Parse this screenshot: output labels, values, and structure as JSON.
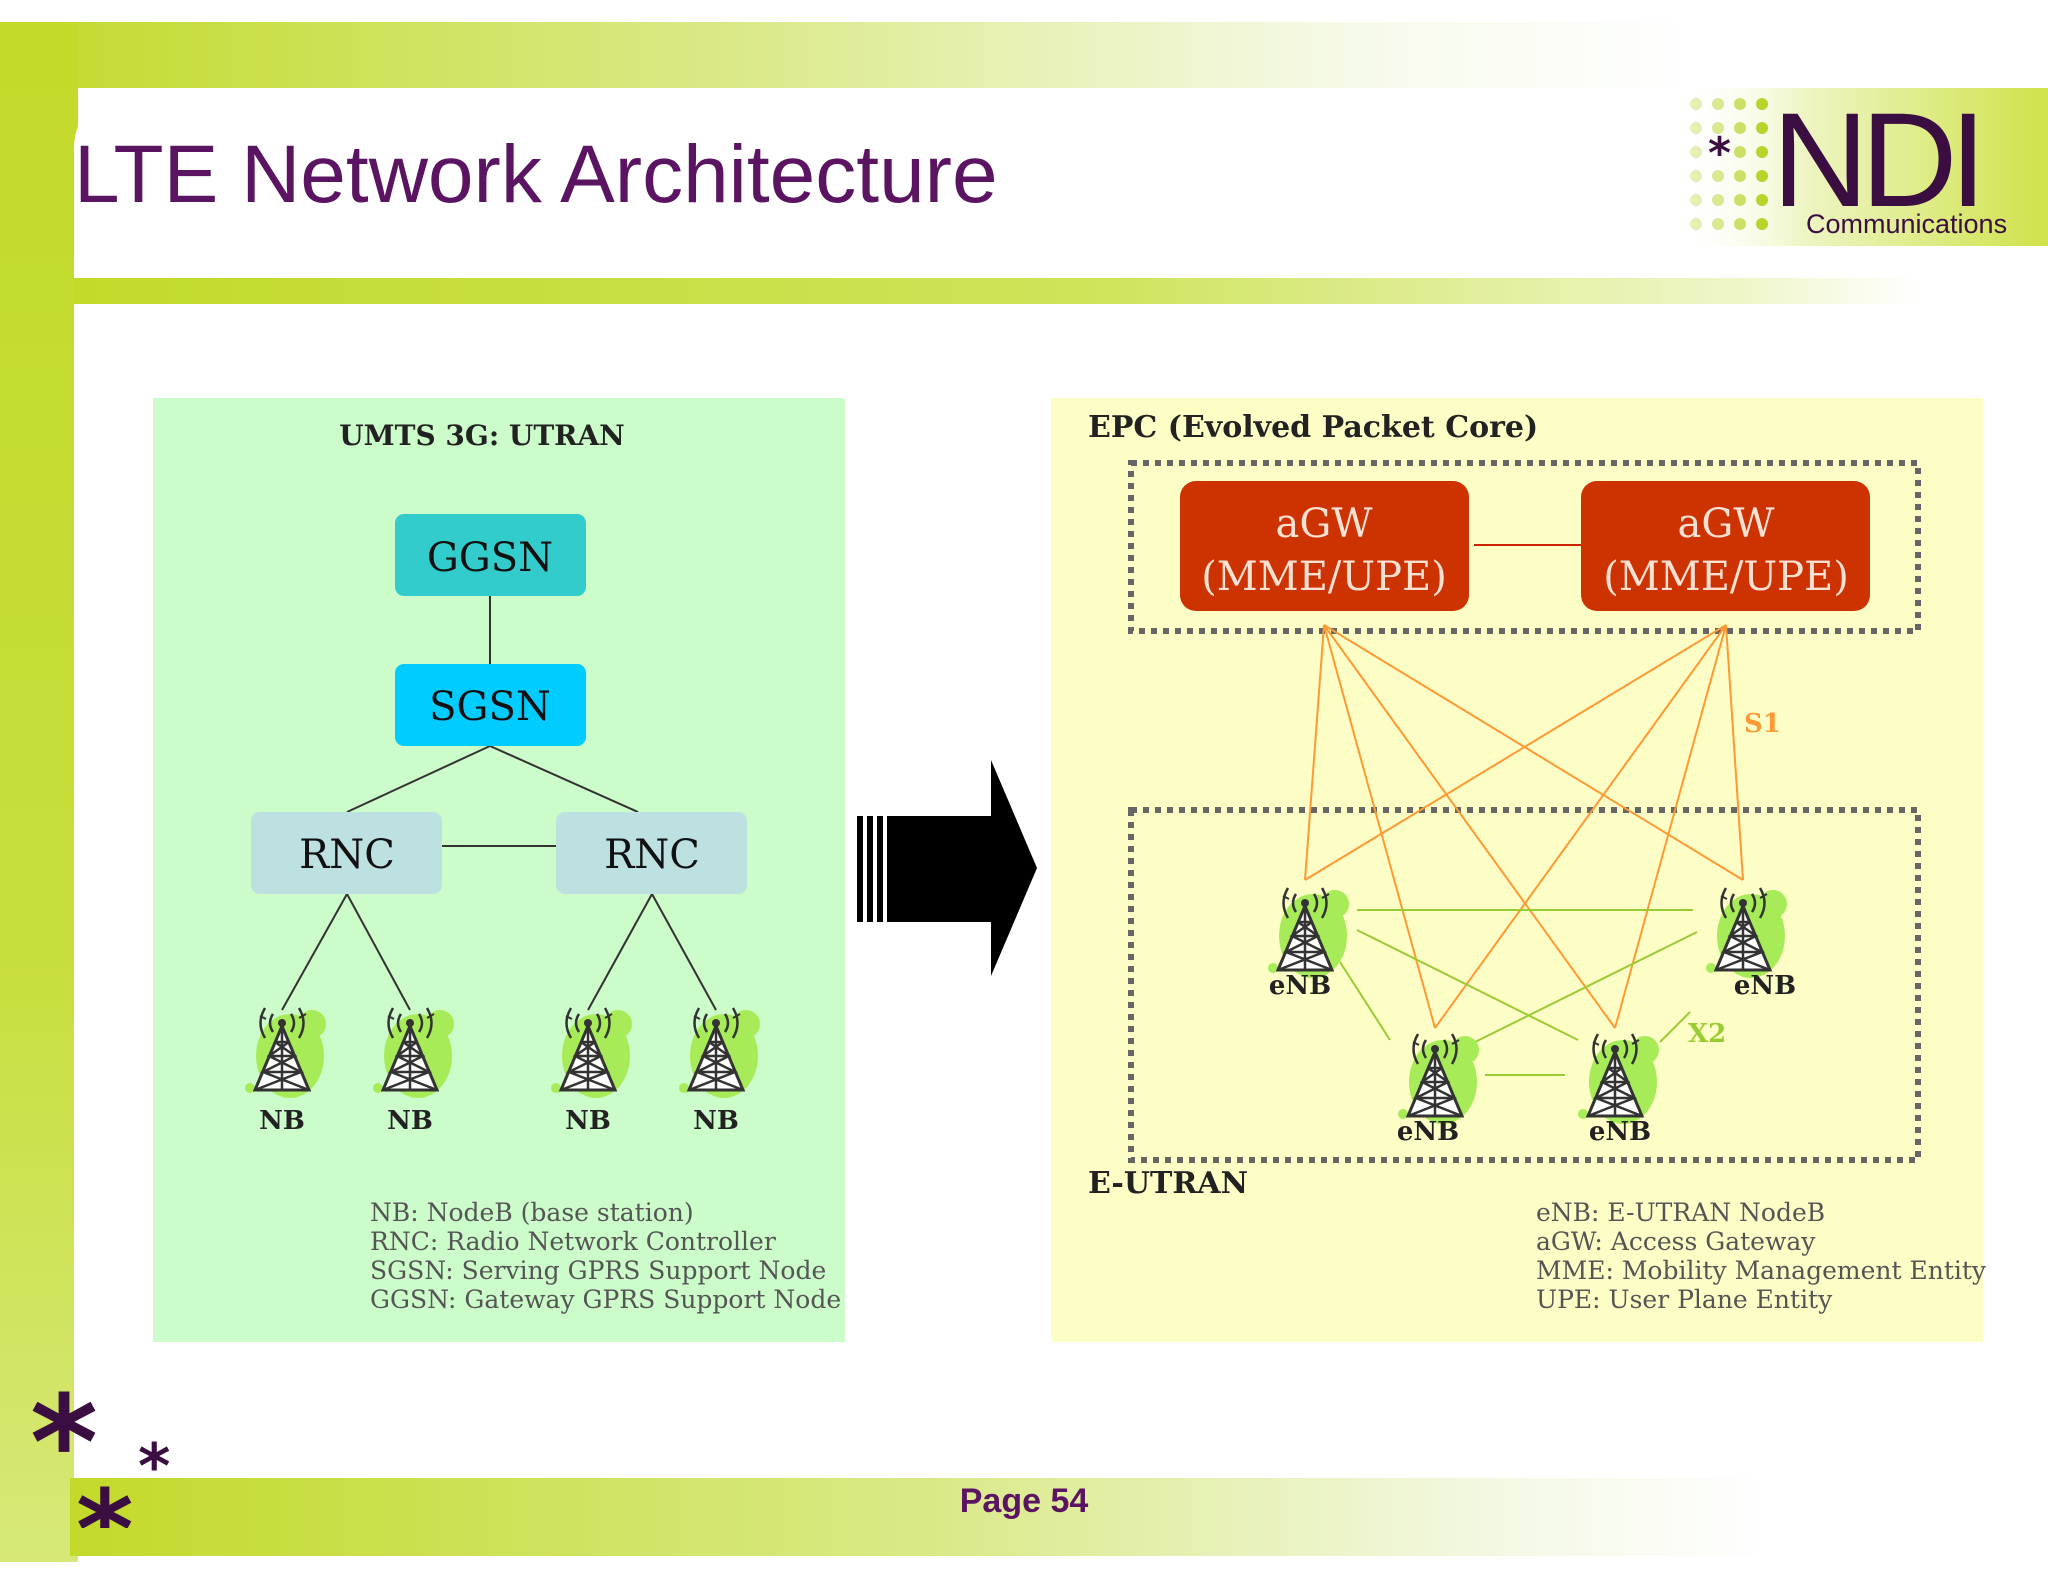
{
  "slide": {
    "title": "LTE Network Architecture",
    "page": "Page 54",
    "colors": {
      "title": "#5a1461",
      "accent_green": "#c3da2a"
    }
  },
  "logo": {
    "name": "NDI",
    "tagline": "Communications"
  },
  "umts": {
    "heading": "UMTS 3G: UTRAN",
    "nodes": {
      "ggsn": "GGSN",
      "sgsn": "SGSN",
      "rnc_left": "RNC",
      "rnc_right": "RNC"
    },
    "nb_label": "NB",
    "legend": [
      "NB: NodeB (base station)",
      "RNC: Radio Network Controller",
      "SGSN: Serving GPRS Support Node",
      "GGSN: Gateway GPRS Support Node"
    ]
  },
  "epc": {
    "heading": "EPC (Evolved Packet Core)",
    "agw_line1": "aGW",
    "agw_line2": "(MME/UPE)",
    "s1_label": "S1",
    "x2_label": "X2",
    "eutran_label": "E-UTRAN",
    "enb_label": "eNB",
    "legend": [
      "eNB: E-UTRAN NodeB",
      "aGW: Access Gateway",
      "MME: Mobility Management Entity",
      "UPE: User Plane Entity"
    ]
  },
  "icons": {
    "arrow": "right-arrow-icon",
    "tower": "cell-tower-icon",
    "asterisk": "asterisk-icon"
  }
}
